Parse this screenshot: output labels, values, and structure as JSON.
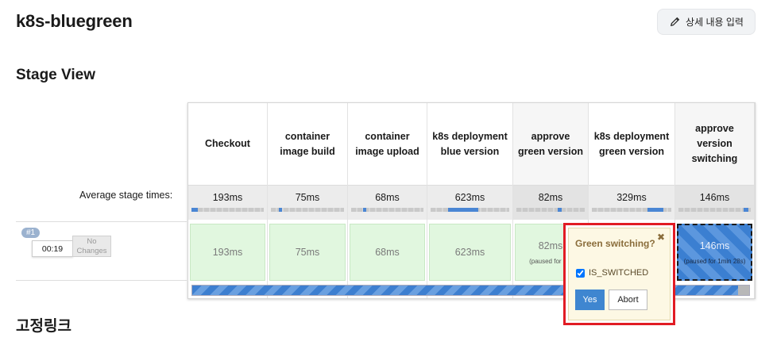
{
  "header": {
    "title": "k8s-bluegreen",
    "edit_label": "상세 내용 입력",
    "edit_icon": "pencil-icon"
  },
  "stage_view": {
    "title": "Stage View",
    "avg_label": "Average stage times:",
    "stages": [
      {
        "name": "Checkout",
        "avg": "193ms",
        "run": "193ms"
      },
      {
        "name": "container image build",
        "avg": "75ms",
        "run": "75ms"
      },
      {
        "name": "container image upload",
        "avg": "68ms",
        "run": "68ms"
      },
      {
        "name": "k8s deployment blue version",
        "avg": "623ms",
        "run": "623ms"
      },
      {
        "name": "approve green version",
        "avg": "82ms",
        "run": "82ms",
        "paused": "(paused for 5m"
      },
      {
        "name": "k8s deployment green version",
        "avg": "329ms",
        "run": ""
      },
      {
        "name": "approve version switching",
        "avg": "146ms",
        "run": "146ms",
        "paused": "(paused for 1min 28s)"
      }
    ],
    "run": {
      "badge": "#1",
      "time": "00:19",
      "changes": "No Changes"
    }
  },
  "popup": {
    "title": "Green switching?",
    "close_icon": "close-icon",
    "checkbox_label": "IS_SWITCHED",
    "checked": true,
    "yes_label": "Yes",
    "abort_label": "Abort"
  },
  "links": {
    "title": "고정링크"
  }
}
